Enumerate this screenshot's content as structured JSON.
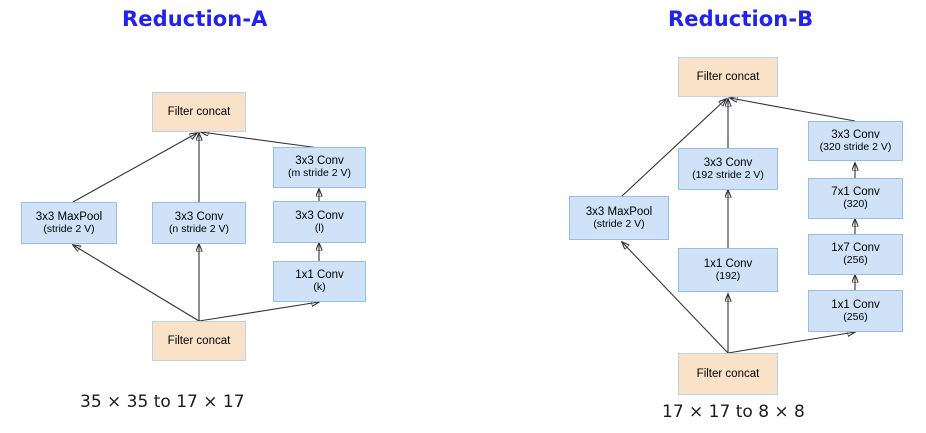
{
  "page": {
    "title_color": "#2222ee",
    "conv_fill": "#cfe2f7",
    "conv_border": "#96bfe8",
    "concat_fill": "#fae2c9",
    "concat_border": "#b9d2ec",
    "edge_color": "#333333"
  },
  "panels": [
    {
      "id": "reduction-a",
      "title": "Reduction-A",
      "caption": "35 × 35 to 17 × 17",
      "nodes": {
        "top_concat": {
          "line1": "Filter concat",
          "line2": ""
        },
        "bottom_concat": {
          "line1": "Filter concat",
          "line2": ""
        },
        "maxpool": {
          "line1": "3x3 MaxPool",
          "line2": "(stride 2 V)"
        },
        "mid_conv": {
          "line1": "3x3 Conv",
          "line2": "(n stride 2 V)"
        },
        "right_top": {
          "line1": "3x3 Conv",
          "line2": "(m stride 2 V)"
        },
        "right_mid": {
          "line1": "3x3 Conv",
          "line2": "(l)"
        },
        "right_bot": {
          "line1": "1x1 Conv",
          "line2": "(k)"
        }
      }
    },
    {
      "id": "reduction-b",
      "title": "Reduction-B",
      "caption": "17 × 17 to 8 × 8",
      "nodes": {
        "top_concat": {
          "line1": "Filter concat",
          "line2": ""
        },
        "bottom_concat": {
          "line1": "Filter concat",
          "line2": ""
        },
        "maxpool": {
          "line1": "3x3 MaxPool",
          "line2": "(stride 2 V)"
        },
        "mid_top": {
          "line1": "3x3 Conv",
          "line2": "(192 stride 2 V)"
        },
        "mid_bot": {
          "line1": "1x1 Conv",
          "line2": "(192)"
        },
        "right_1": {
          "line1": "3x3 Conv",
          "line2": "(320 stride 2 V)"
        },
        "right_2": {
          "line1": "7x1 Conv",
          "line2": "(320)"
        },
        "right_3": {
          "line1": "1x7 Conv",
          "line2": "(256)"
        },
        "right_4": {
          "line1": "1x1 Conv",
          "line2": "(256)"
        }
      }
    }
  ]
}
